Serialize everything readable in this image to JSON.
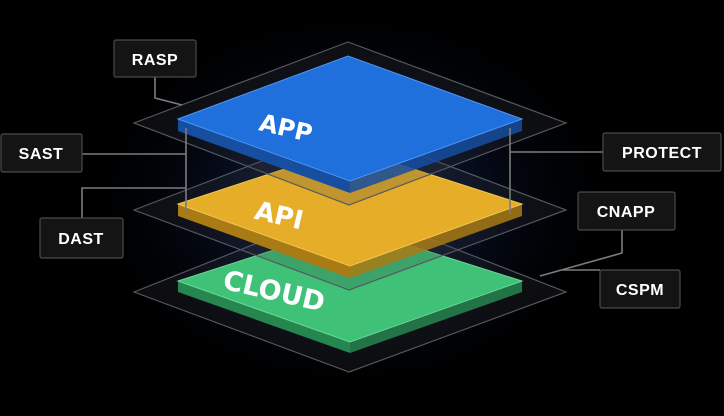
{
  "layers": {
    "app": {
      "label": "APP",
      "color": "#1f6fdc",
      "side": "#164ea0",
      "edge": "#4d95f0"
    },
    "api": {
      "label": "API",
      "color": "#e6ad28",
      "side": "#a97b14",
      "edge": "#f3c650"
    },
    "cloud": {
      "label": "CLOUD",
      "color": "#3fc177",
      "side": "#26864f",
      "edge": "#68d996"
    }
  },
  "tags": {
    "rasp": "RASP",
    "sast": "SAST",
    "dast": "DAST",
    "protect": "PROTECT",
    "cnapp": "CNAPP",
    "cspm": "CSPM"
  }
}
